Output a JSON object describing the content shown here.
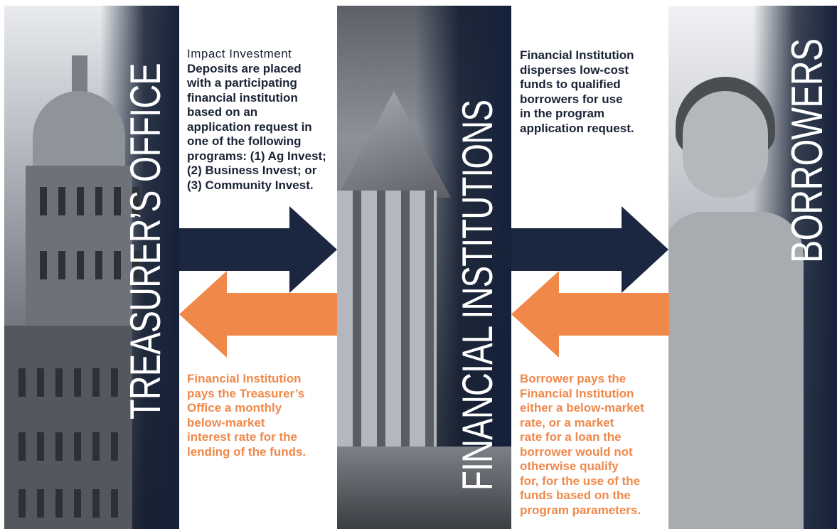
{
  "columns": {
    "treasurer": {
      "title": "TREASURER’S OFFICE"
    },
    "financial": {
      "title": "FINANCIAL INSTITUTIONS"
    },
    "borrowers": {
      "title": "BORROWERS"
    }
  },
  "flows": {
    "deposit": {
      "lines": [
        "Impact Investment",
        "Deposits are placed",
        "with a participating",
        "financial institution",
        "based on an",
        "application request in",
        "one of the following",
        "programs: (1) Ag Invest;",
        "(2) Business Invest; or",
        "(3) Community Invest."
      ]
    },
    "disperse": {
      "lines": [
        "Financial Institution",
        "disperses low-cost",
        "funds to qualified",
        "borrowers for use",
        "in the program",
        "application request."
      ]
    },
    "payback": {
      "lines": [
        "Financial Institution",
        "pays the Treasurer’s",
        "Office a monthly",
        "below-market",
        "interest rate for the",
        "lending of the funds."
      ]
    },
    "borrower_pays": {
      "lines": [
        "Borrower pays the",
        "Financial Institution",
        "either a below-market",
        "rate, or a market",
        "rate for a loan the",
        "borrower would not",
        "otherwise qualify",
        "for, for the use of the",
        "funds based on the",
        "program parameters."
      ]
    }
  },
  "colors": {
    "navy": "#1b2740",
    "orange": "#f0884a",
    "text_dark": "#1a2336"
  }
}
